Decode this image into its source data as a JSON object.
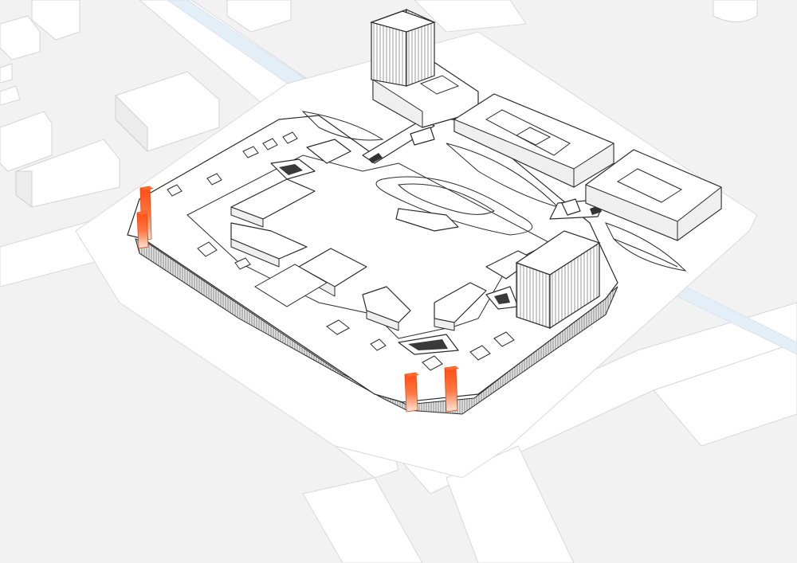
{
  "colors": {
    "ground": "#f2f2f2",
    "street": "#ffffff",
    "water": "#e4eef6",
    "building": "#ffffff",
    "outline": "#2b2b2b",
    "accent": "#ff5a1f",
    "accent_fade": "#ffd2bf"
  },
  "elements": {
    "context_blocks": 9,
    "accent_columns": 4,
    "towers": 2
  }
}
